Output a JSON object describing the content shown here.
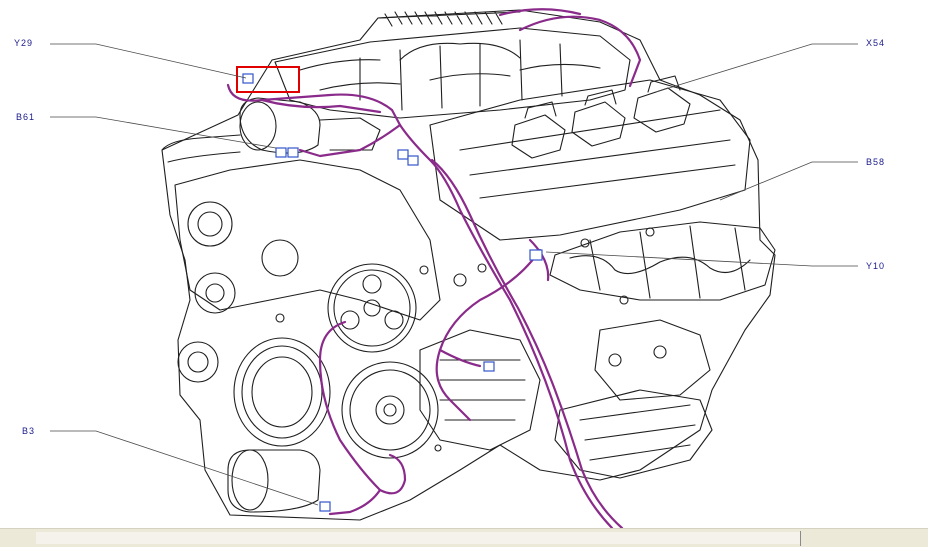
{
  "diagram": {
    "labels": {
      "y29": "Y29",
      "b61": "B61",
      "b3": "B3",
      "x54": "X54",
      "b58": "B58",
      "y10": "Y10"
    },
    "colors": {
      "line": "#1f1f1f",
      "harness": "#8a2a8a",
      "label": "#1a1a8c",
      "highlight": "#e00000",
      "connector": "#3355cc"
    },
    "highlighted_component": "Y29"
  }
}
